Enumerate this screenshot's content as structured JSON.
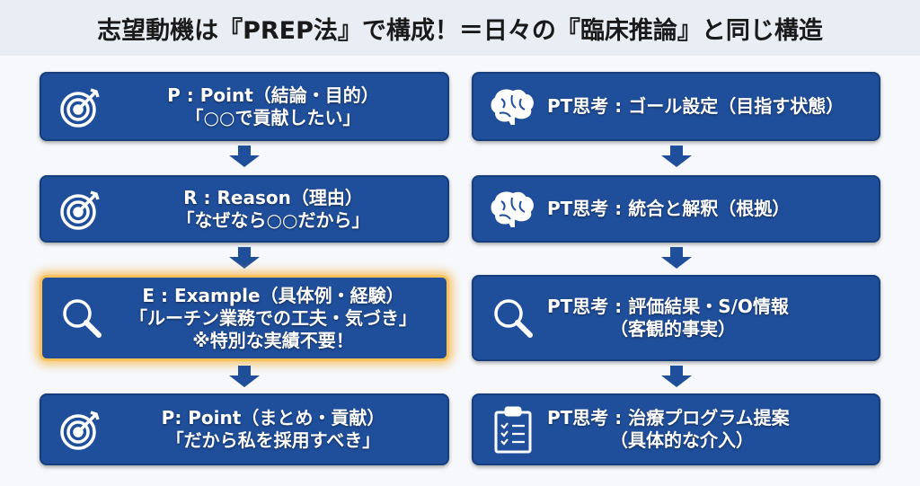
{
  "title": "志望動機は『PREP法』で構成！＝日々の『臨床推論』と同じ構造",
  "left": [
    {
      "icon": "target-icon",
      "lines": [
        "P : Point（結論・目的）",
        "「○○で貢献したい」"
      ]
    },
    {
      "icon": "target-icon",
      "lines": [
        "R : Reason（理由）",
        "「なぜなら○○だから」"
      ]
    },
    {
      "icon": "magnifier-icon",
      "lines": [
        "E : Example（具体例・経験）",
        "「ルーチン業務での工夫・気づき」",
        "※特別な実績不要！"
      ]
    },
    {
      "icon": "target-icon",
      "lines": [
        "P: Point（まとめ・貢献）",
        "「だから私を採用すべき」"
      ]
    }
  ],
  "right": [
    {
      "icon": "brain-icon",
      "lines": [
        "PT思考 : ゴール設定（目指す状態）"
      ]
    },
    {
      "icon": "brain-icon",
      "lines": [
        "PT思考 : 統合と解釈（根拠）"
      ]
    },
    {
      "icon": "magnifier-icon",
      "lines": [
        "PT思考 : 評価結果・S/O情報",
        "　　　　（客観的事実）"
      ]
    },
    {
      "icon": "clipboard-icon",
      "lines": [
        "PT思考 : 治療プログラム提案",
        "　　　　（具体的な介入）"
      ]
    }
  ],
  "colors": {
    "box": "#1f4e9b",
    "highlight": "#f7c35a"
  }
}
